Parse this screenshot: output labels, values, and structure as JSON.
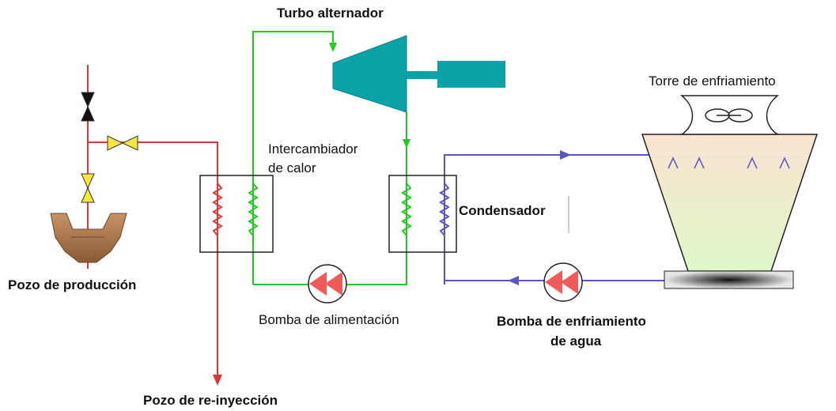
{
  "labels": {
    "turbo_alternador": "Turbo alternador",
    "torre_enfriamiento": "Torre de enfriamiento",
    "intercambiador_line1": "Intercambiador",
    "intercambiador_line2": "de calor",
    "condensador": "Condensador",
    "pozo_produccion": "Pozo de producción",
    "pozo_reinyeccion": "Pozo de re-inyección",
    "bomba_alimentacion": "Bomba de alimentación",
    "bomba_enfriamiento_line1": "Bomba de enfriamiento",
    "bomba_enfriamiento_line2": "de agua"
  },
  "colors": {
    "geothermal_fluid": "#d9393b",
    "working_fluid": "#1fcc1f",
    "cooling_water": "#5a56c8",
    "turbine": "#0aa3a8",
    "valve": "#f5e640",
    "pump": "#f05a5a"
  },
  "icons": [
    "valve-icon",
    "pump-icon",
    "turbine-icon",
    "heat-exchanger-icon",
    "cooling-tower-icon",
    "well-icon",
    "fan-icon",
    "sprinkler-icon"
  ]
}
